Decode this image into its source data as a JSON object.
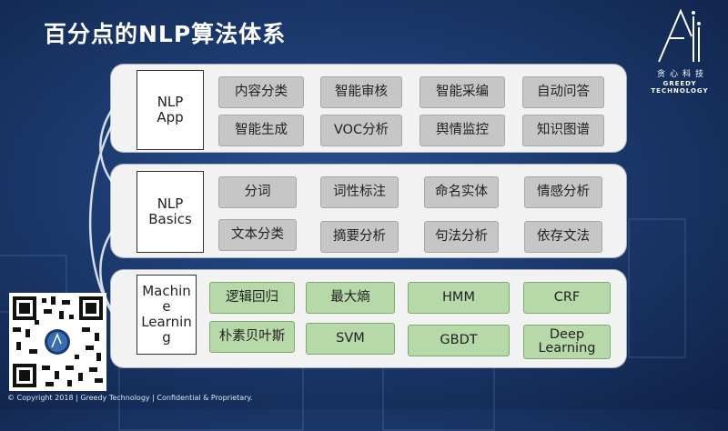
{
  "title": "百分点的NLP算法体系",
  "logo": {
    "zh": "贪心科技",
    "en": "GREEDY TECHNOLOGY"
  },
  "layers": [
    {
      "name": "NLP App",
      "items": [
        "内容分类",
        "智能审核",
        "智能采编",
        "自动问答",
        "智能生成",
        "VOC分析",
        "舆情监控",
        "知识图谱"
      ]
    },
    {
      "name": "NLP Basics",
      "items": [
        "分词",
        "词性标注",
        "命名实体",
        "情感分析",
        "文本分类",
        "摘要分析",
        "句法分析",
        "依存文法"
      ]
    },
    {
      "name": "Machine Learning",
      "label_lines": [
        "Machin",
        "e",
        "Learnin",
        "g"
      ],
      "items": [
        "逻辑回归",
        "最大熵",
        "HMM",
        "CRF",
        "朴素贝叶斯",
        "SVM",
        "GBDT",
        "Deep Learning"
      ]
    }
  ],
  "colors": {
    "basics_chip": "#c6c6c6",
    "ml_chip": "#b7d8a8",
    "background": "#1c3a6e"
  },
  "footer": "© Copyright 2018 | Greedy Technology | Confidential & Proprietary."
}
